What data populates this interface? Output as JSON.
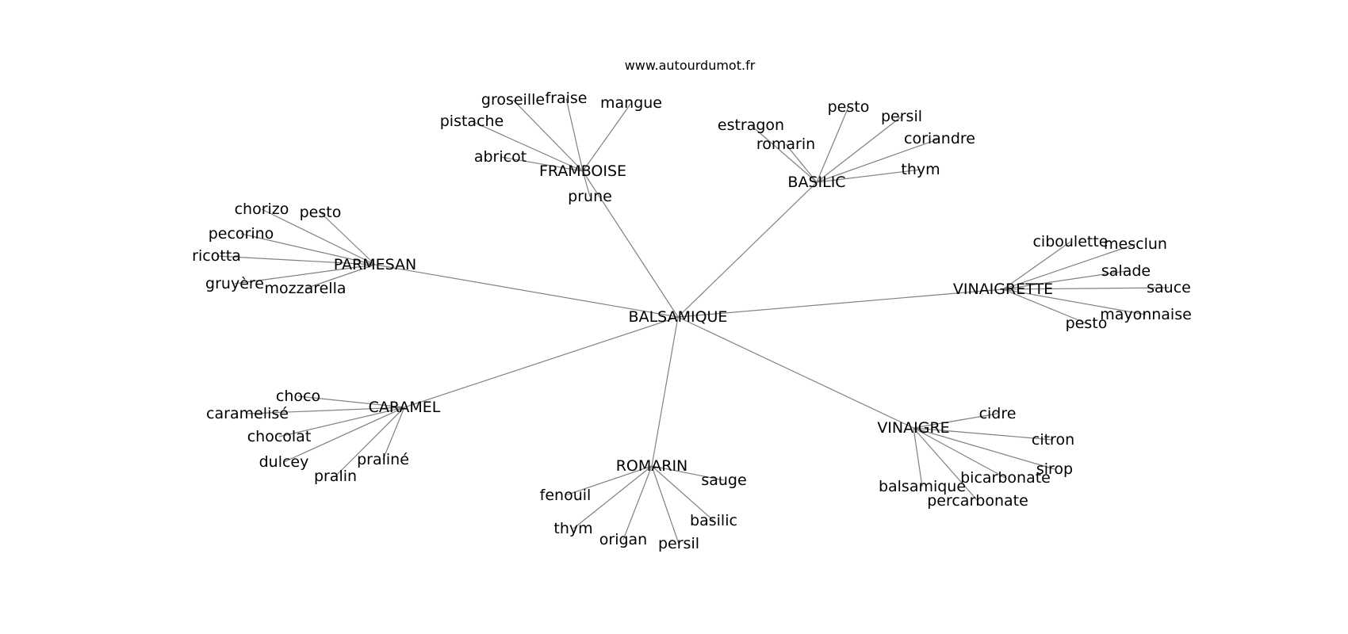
{
  "site": "www.autourdumot.fr",
  "graph": {
    "center": "BALSAMIQUE",
    "clusters": [
      {
        "hub": "FRAMBOISE",
        "words": [
          "groseille",
          "fraise",
          "mangue",
          "pistache",
          "abricot",
          "prune"
        ]
      },
      {
        "hub": "BASILIC",
        "words": [
          "estragon",
          "romarin",
          "pesto",
          "persil",
          "coriandre",
          "thym"
        ]
      },
      {
        "hub": "PARMESAN",
        "words": [
          "chorizo",
          "pesto",
          "pecorino",
          "ricotta",
          "gruyère",
          "mozzarella"
        ]
      },
      {
        "hub": "VINAIGRETTE",
        "words": [
          "ciboulette",
          "mesclun",
          "salade",
          "sauce",
          "mayonnaise",
          "pesto"
        ]
      },
      {
        "hub": "CARAMEL",
        "words": [
          "choco",
          "caramelisé",
          "chocolat",
          "dulcey",
          "pralin",
          "praliné"
        ]
      },
      {
        "hub": "ROMARIN",
        "words": [
          "sauge",
          "fenouil",
          "thym",
          "origan",
          "persil",
          "basilic"
        ]
      },
      {
        "hub": "VINAIGRE",
        "words": [
          "cidre",
          "citron",
          "sirop",
          "bicarbonate",
          "balsamique",
          "percarbonate"
        ]
      }
    ]
  }
}
